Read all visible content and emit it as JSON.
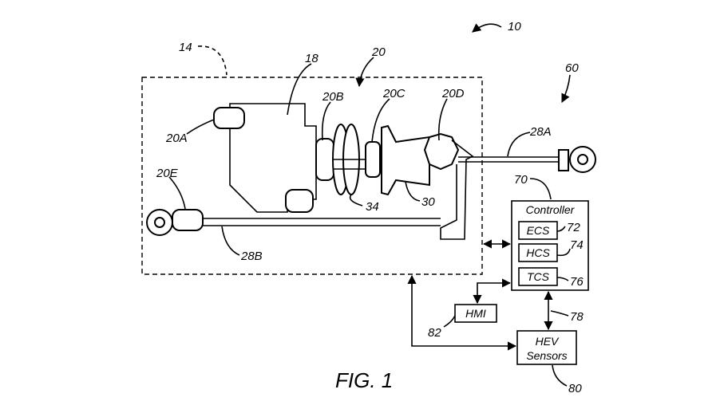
{
  "figure": {
    "caption": "FIG. 1",
    "reference_numerals": {
      "system": "10",
      "powertrain_box": "14",
      "engine": "18",
      "mount_group": "20",
      "mount_a": "20A",
      "mount_b": "20B",
      "mount_c": "20C",
      "mount_d": "20D",
      "mount_e": "20E",
      "strut_a": "28A",
      "strut_b": "28B",
      "transmission": "30",
      "torque_converter": "34",
      "vehicle": "60",
      "controller": "70",
      "ecs": "72",
      "hcs": "74",
      "tcs": "76",
      "bus": "78",
      "sensors": "80",
      "hmi": "82"
    },
    "controller": {
      "title": "Controller",
      "modules": [
        "ECS",
        "HCS",
        "TCS"
      ]
    },
    "hmi_label": "HMI",
    "sensors_label_line1": "HEV",
    "sensors_label_line2": "Sensors"
  }
}
